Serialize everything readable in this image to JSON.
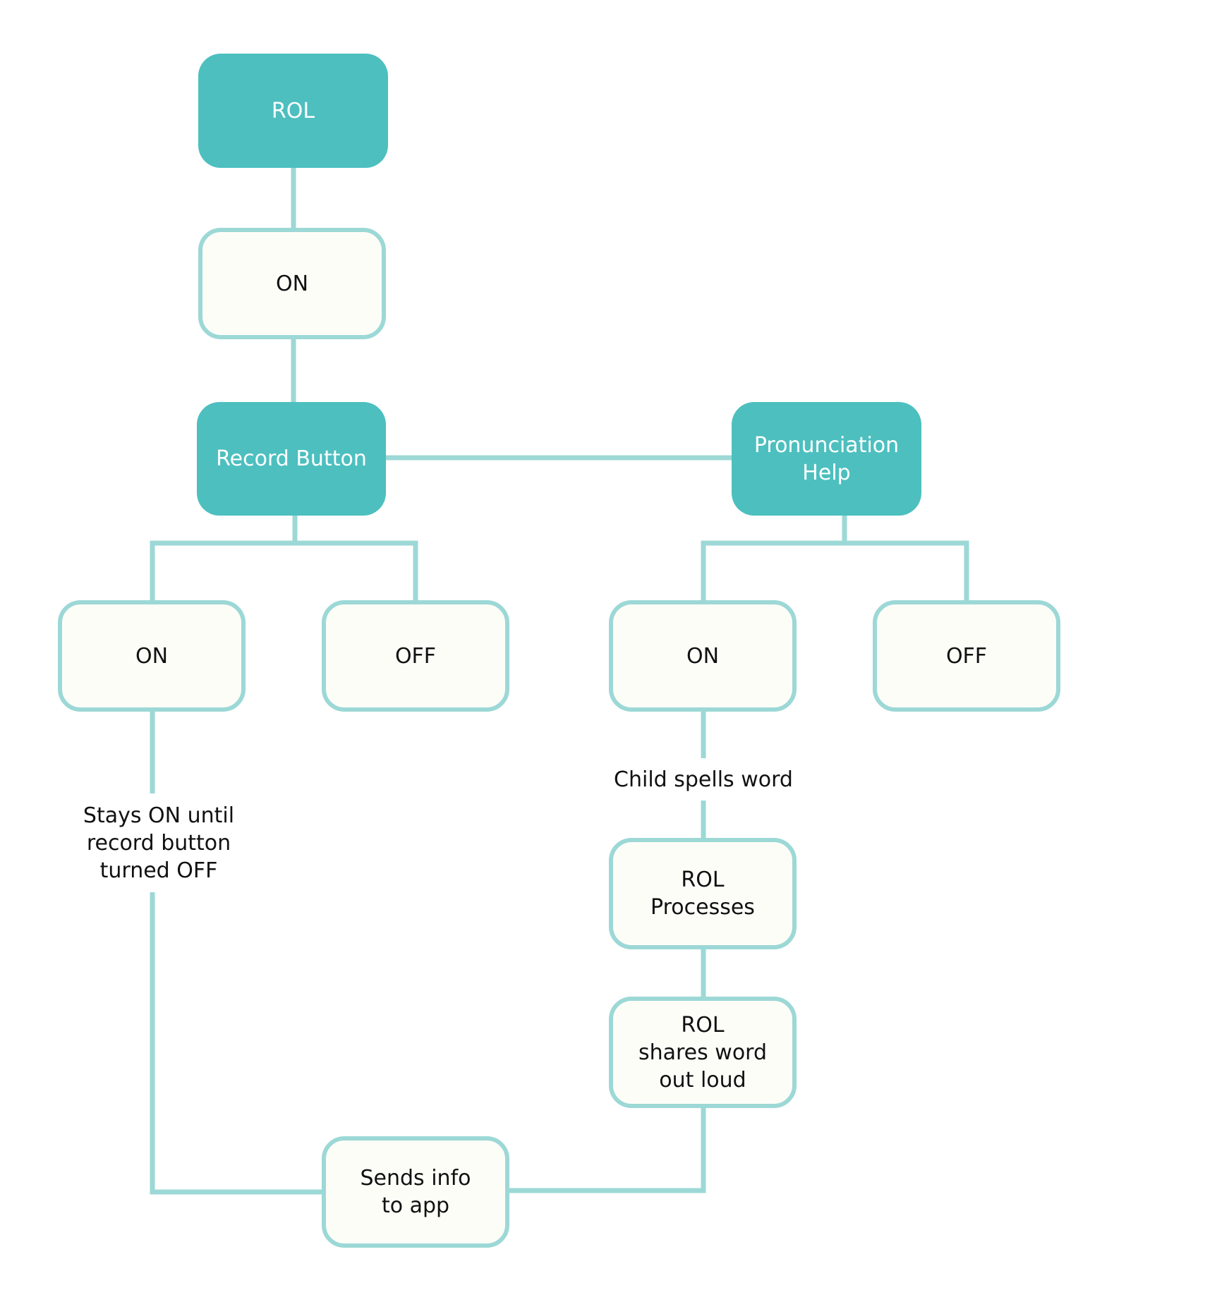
{
  "colors": {
    "filled_node": "#4dbfbf",
    "outline_border": "#9cd8d6",
    "outline_fill": "#fdfdf8",
    "connector": "#9cd8d6",
    "filled_text": "#ffffff",
    "outline_text": "#111111"
  },
  "nodes": {
    "rol": "ROL",
    "on_main": "ON",
    "record_button": "Record Button",
    "pronunciation_help": "Pronunciation\nHelp",
    "record_on": "ON",
    "record_off": "OFF",
    "pron_on": "ON",
    "pron_off": "OFF",
    "rol_processes": "ROL\nProcesses",
    "rol_shares": "ROL\nshares word\nout loud",
    "sends_info": "Sends info\nto app"
  },
  "labels": {
    "stays_on": "Stays ON until\nrecord button\nturned OFF",
    "child_spells": "Child spells word"
  }
}
